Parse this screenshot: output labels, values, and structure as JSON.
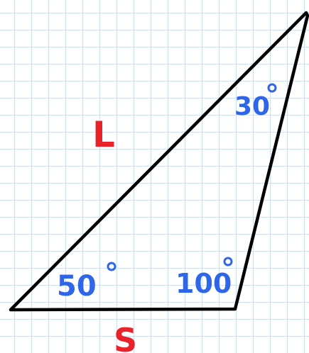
{
  "diagram": {
    "side_labels": {
      "long_side": "L",
      "short_side": "S"
    },
    "angle_labels": {
      "top_right": "30",
      "bottom_left": "50",
      "bottom_right": "100"
    },
    "colors": {
      "grid": "#cfe0f3",
      "outline": "#000000",
      "side_label": "#e8232a",
      "angle_label": "#2f66e8"
    }
  }
}
